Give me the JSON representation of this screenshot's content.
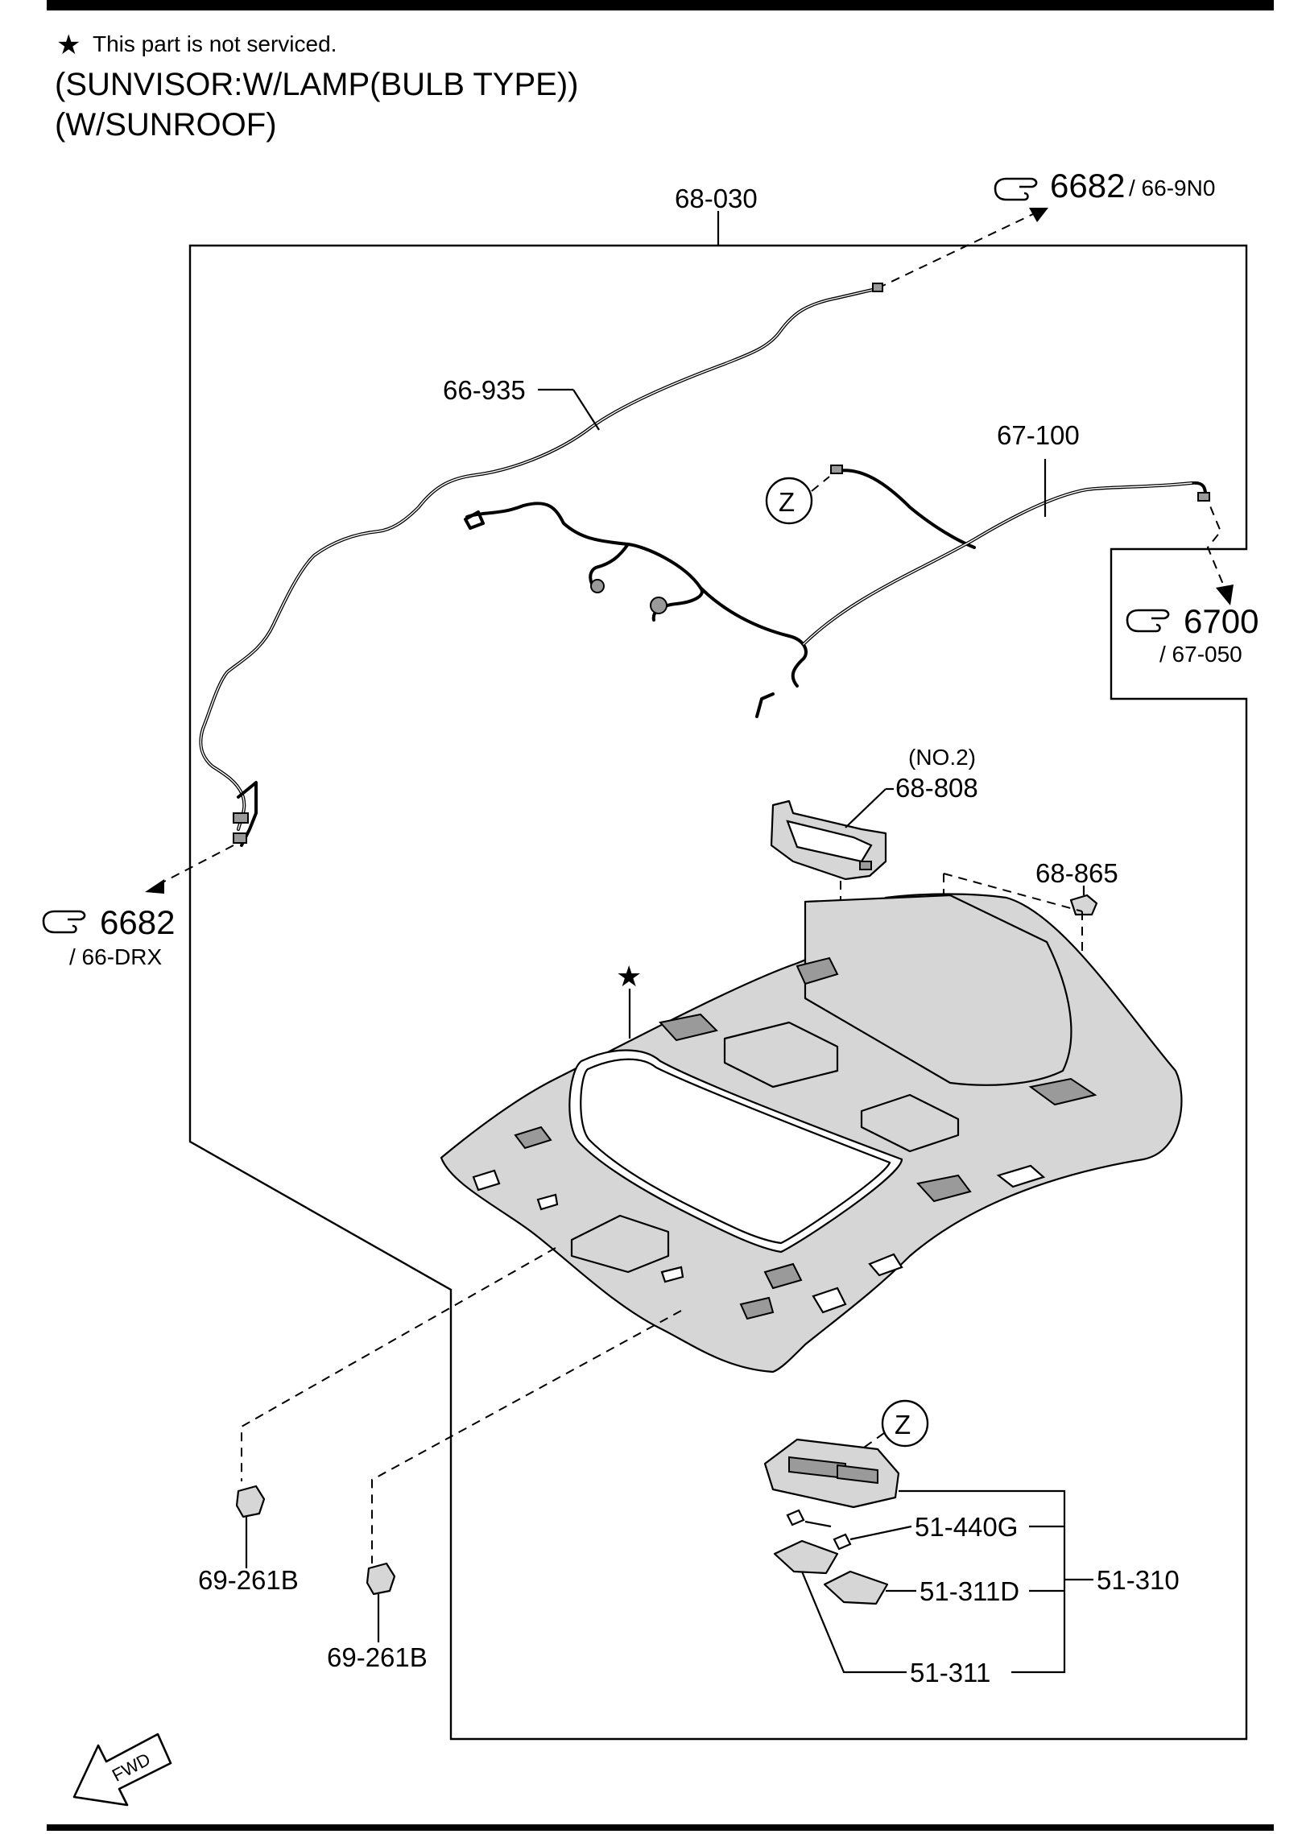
{
  "header": {
    "note_symbol": "★",
    "note_text": "This part is not serviced.",
    "title_line1": "(SUNVISOR:W/LAMP(BULB TYPE))",
    "title_line2": "(W/SUNROOF)"
  },
  "refs": {
    "top_right": {
      "number": "6682",
      "code": "/ 66-9N0"
    },
    "right": {
      "number": "6700",
      "code": "/ 67-050"
    },
    "left": {
      "number": "6682",
      "code": "/ 66-DRX"
    },
    "ref_icon": "pointing-hand-icon"
  },
  "parts": {
    "p68_030": "68-030",
    "p66_935": "66-935",
    "p67_100": "67-100",
    "z_mark": "Z",
    "z_mark_lower": "Z",
    "p68_808_note": "(NO.2)",
    "p68_808": "68-808",
    "p68_865": "68-865",
    "not_serviced_star": "★",
    "p69_261b_a": "69-261B",
    "p69_261b_b": "69-261B",
    "p51_440g": "51-440G",
    "p51_311d": "51-311D",
    "p51_310": "51-310",
    "p51_311": "51-311"
  },
  "fwd": {
    "label": "FWD"
  }
}
